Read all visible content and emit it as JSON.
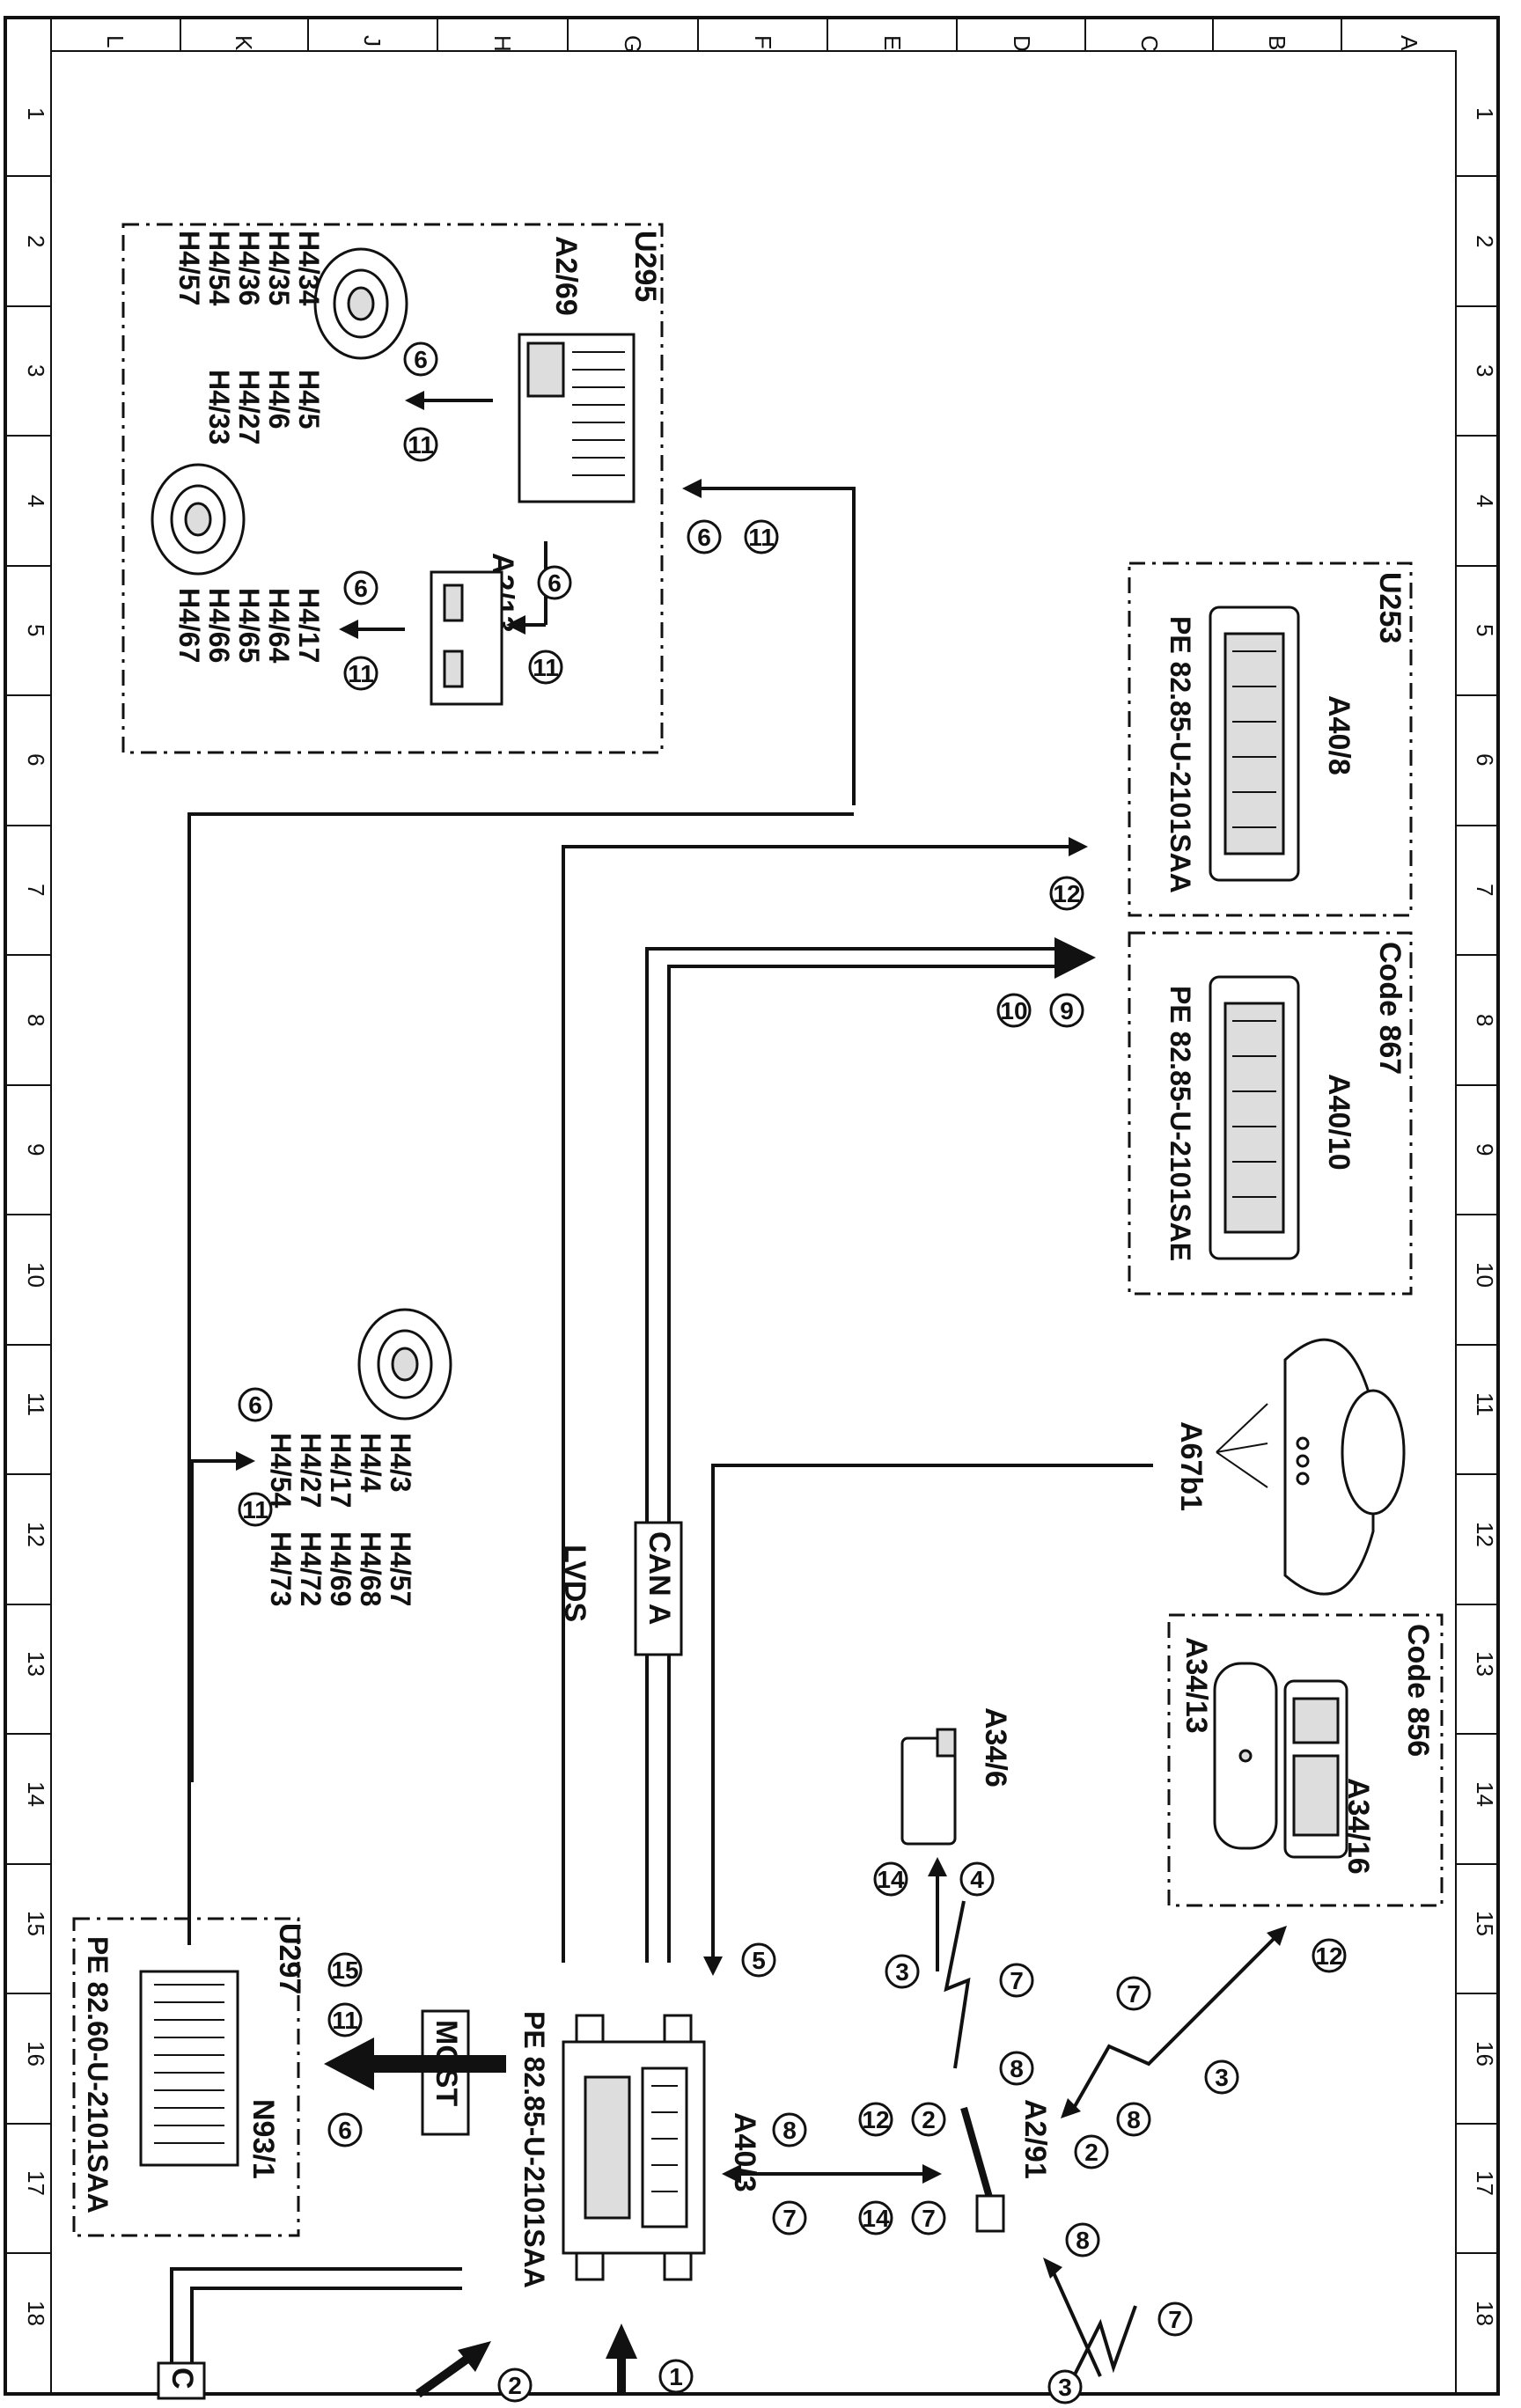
{
  "frame": {
    "top_letters": [
      "L",
      "K",
      "J",
      "H",
      "G",
      "F",
      "E",
      "D",
      "C",
      "B",
      "A"
    ],
    "side_numbers": [
      "1",
      "2",
      "3",
      "4",
      "5",
      "6",
      "7",
      "8",
      "9",
      "10",
      "11",
      "12",
      "13",
      "14",
      "15",
      "16",
      "17",
      "18"
    ]
  },
  "groups": {
    "u295": {
      "label": "U295",
      "a2_69": "A2/69",
      "a2_13": "A2/13",
      "speakers_left_col1": [
        "H4/34",
        "H4/35",
        "H4/36",
        "H4/54",
        "H4/57"
      ],
      "speakers_left_col2": [
        "H4/5",
        "H4/6",
        "H4/27",
        "H4/33"
      ],
      "speakers_right": [
        "H4/17",
        "H4/64",
        "H4/65",
        "H4/66",
        "H4/67"
      ]
    },
    "u253": {
      "label": "U253",
      "component": "A40/8",
      "ref": "PE 82.85-U-2101SAA"
    },
    "code867": {
      "label": "Code 867",
      "component": "A40/10",
      "ref": "PE 82.85-U-2101SAE"
    },
    "code856": {
      "label": "Code 856",
      "a34_13": "A34/13",
      "a34_16": "A34/16"
    },
    "u297": {
      "label": "U297",
      "component": "N93/1",
      "ref": "PE 82.60-U-2101SAA"
    }
  },
  "components": {
    "a67b1": "A67b1",
    "a34_6": "A34/6",
    "a40_3": "A40/3",
    "a40_3_ref": "PE 82.85-U-2101SAA",
    "a2_91": "A2/91",
    "speakers_mid_col1": [
      "H4/3",
      "H4/4",
      "H4/17",
      "H4/27",
      "H4/54"
    ],
    "speakers_mid_col2": [
      "H4/57",
      "H4/68",
      "H4/69",
      "H4/72",
      "H4/73"
    ]
  },
  "buses": {
    "can_a": "CAN A",
    "lvds": "LVDS",
    "most": "MOST",
    "can_bottom": "C"
  },
  "callouts": {
    "c1": "1",
    "c2": "2",
    "c3": "3",
    "c4": "4",
    "c5": "5",
    "c6": "6",
    "c7": "7",
    "c8": "8",
    "c9": "9",
    "c10": "10",
    "c11": "11",
    "c12": "12",
    "c14": "14",
    "c15": "15"
  }
}
